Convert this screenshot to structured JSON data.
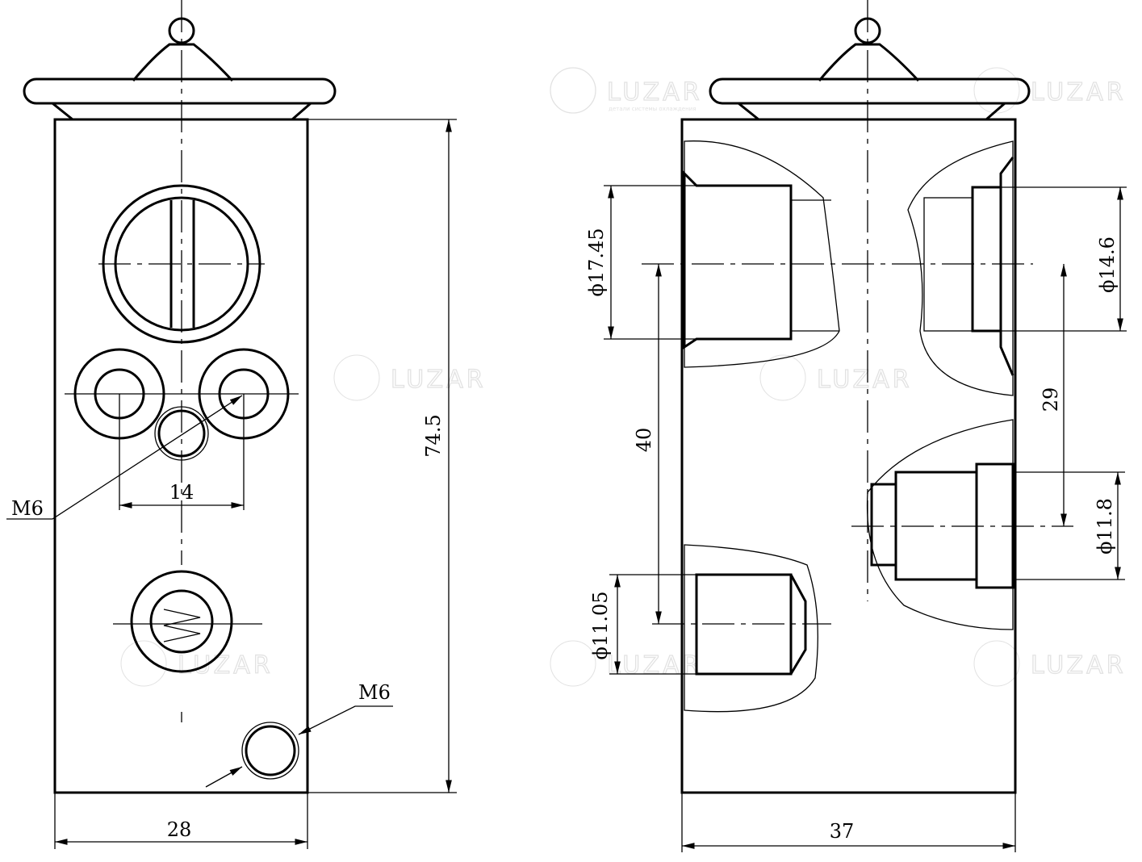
{
  "watermark": {
    "brand": "LUZAR",
    "tagline": "детали системы охлаждения"
  },
  "front_view": {
    "height_dim": "74.5",
    "width_dim": "28",
    "port_spacing_dim": "14",
    "thread_label_1": "M6",
    "thread_label_2": "M6"
  },
  "section_view": {
    "width_dim": "37",
    "inlet_diameter": "ϕ17.45",
    "outlet_diameter_upper": "ϕ14.6",
    "upper_spacing": "29",
    "left_spacing": "40",
    "outlet_diameter_lower": "ϕ11.8",
    "inlet_diameter_lower": "ϕ11.05"
  }
}
